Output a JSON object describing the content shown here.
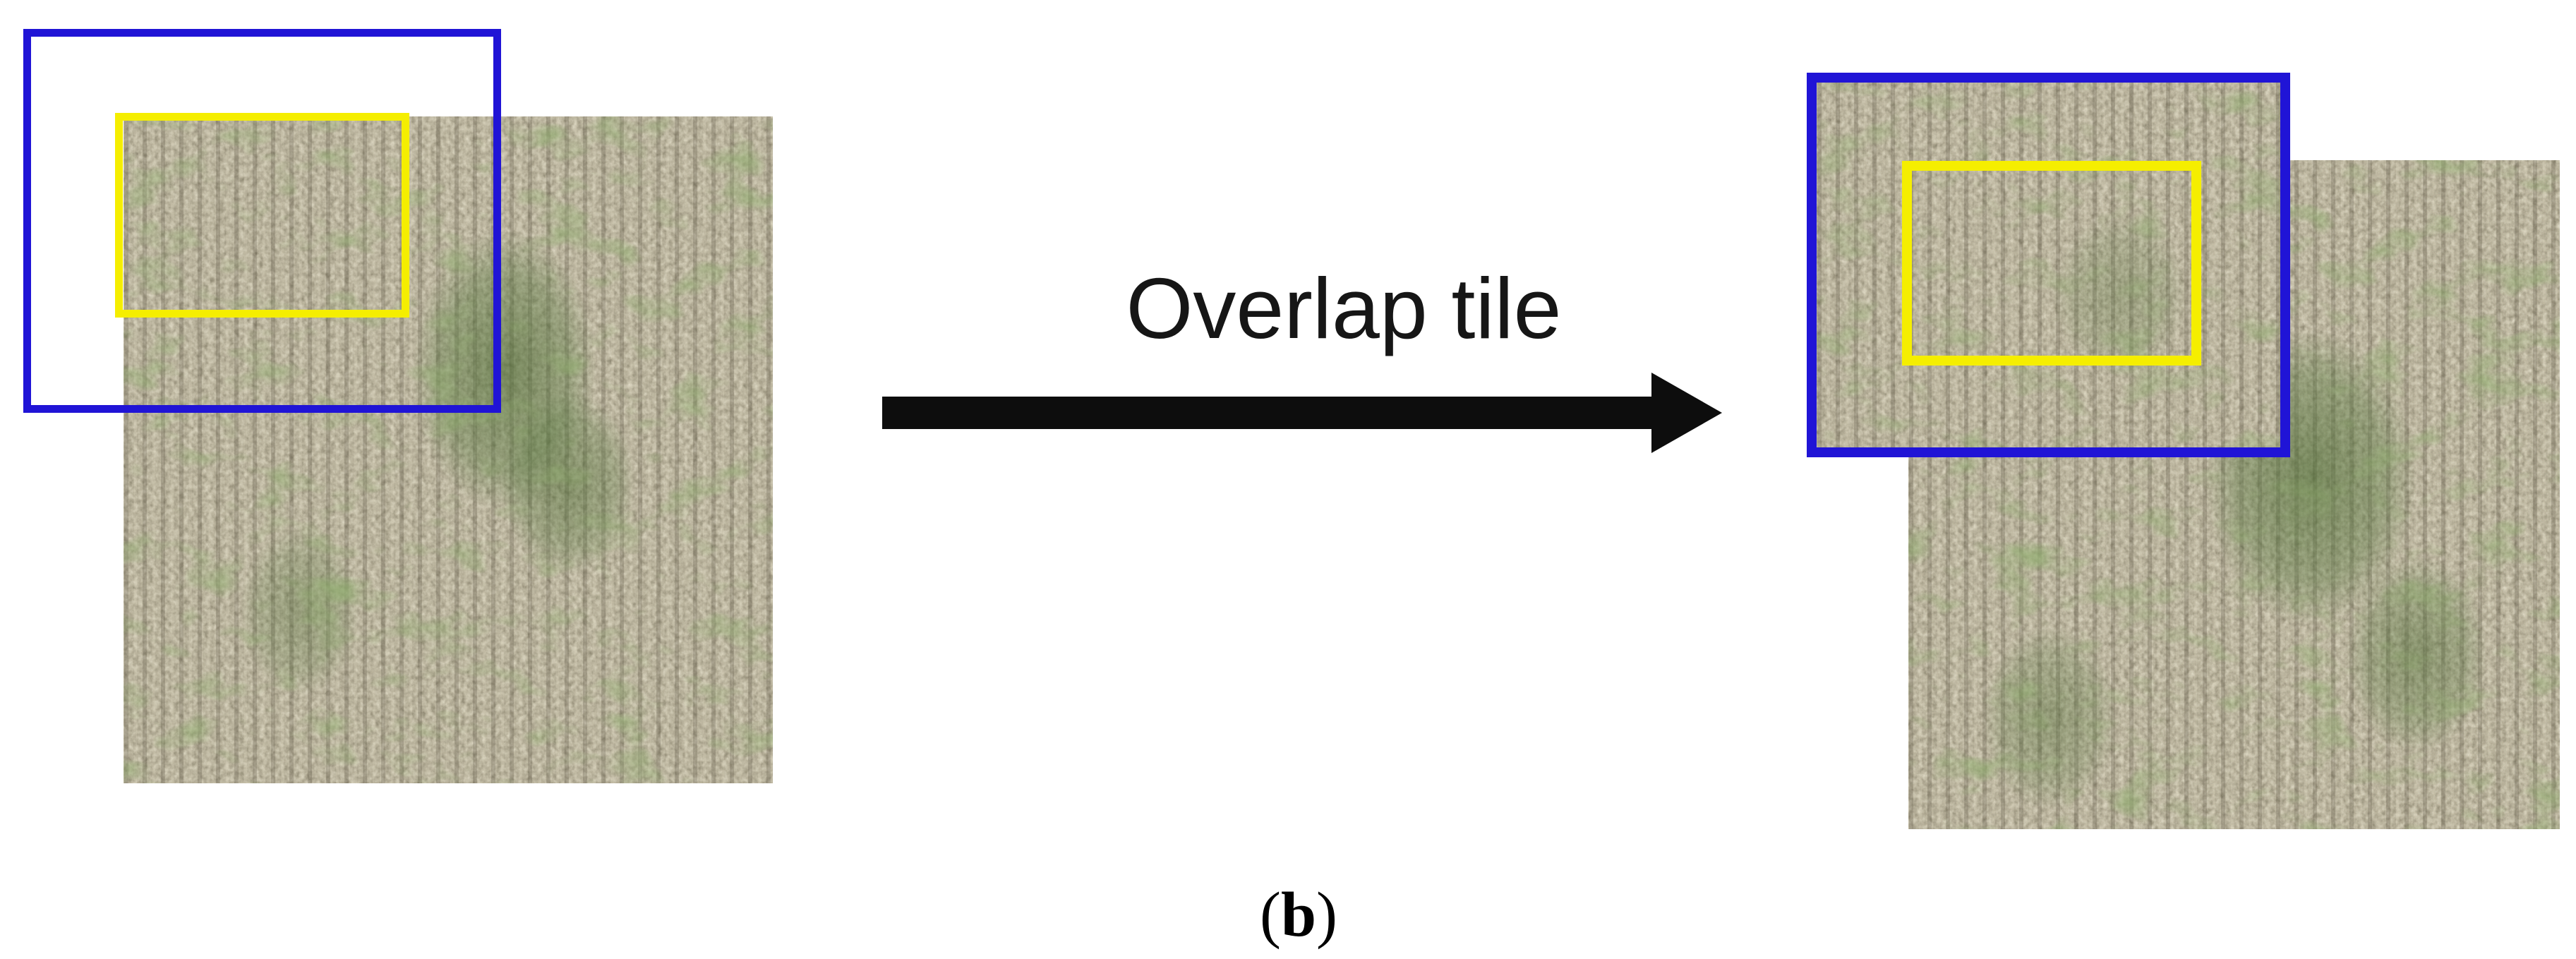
{
  "figure": {
    "arrow_label": "Overlap tile",
    "caption": {
      "open": "(",
      "letter": "b",
      "close": ")"
    }
  },
  "theme": {
    "canvas-bg": "#ffffff",
    "tile-blue": "#2014d6",
    "patch-yellow": "#f5ee00",
    "ink-black": "#0d0d0d",
    "soil-base": "#8c8672"
  },
  "icons": {
    "arrow": "right-arrow"
  }
}
